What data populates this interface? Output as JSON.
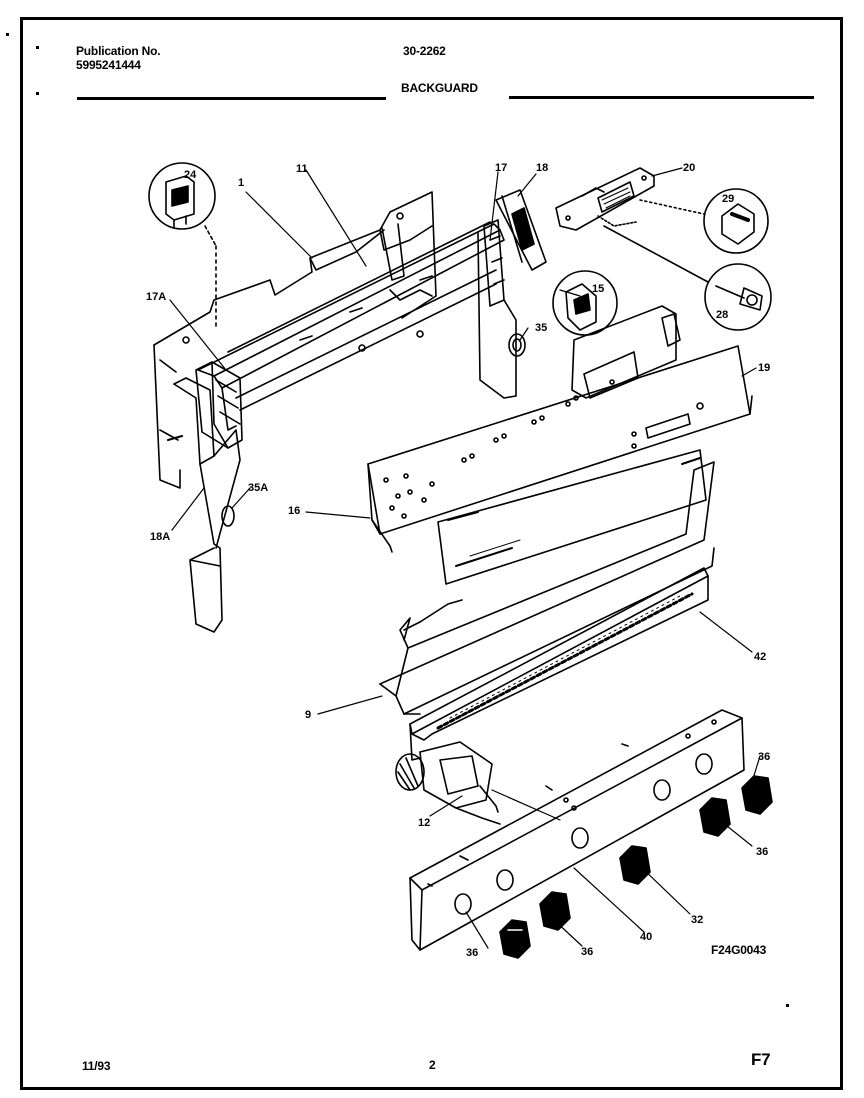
{
  "header": {
    "publication_label": "Publication No.",
    "publication_number": "5995241444",
    "model_code": "30-2262",
    "section_title": "BACKGUARD"
  },
  "diagram": {
    "figure_code": "F24G0043",
    "callouts": [
      "24",
      "1",
      "11",
      "17",
      "18",
      "20",
      "29",
      "17A",
      "15",
      "35",
      "28",
      "19",
      "35A",
      "16",
      "18A",
      "42",
      "9",
      "36",
      "12",
      "36",
      "32",
      "40",
      "36",
      "36"
    ]
  },
  "footer": {
    "date": "11/93",
    "page_number": "2",
    "section_code": "F7"
  }
}
